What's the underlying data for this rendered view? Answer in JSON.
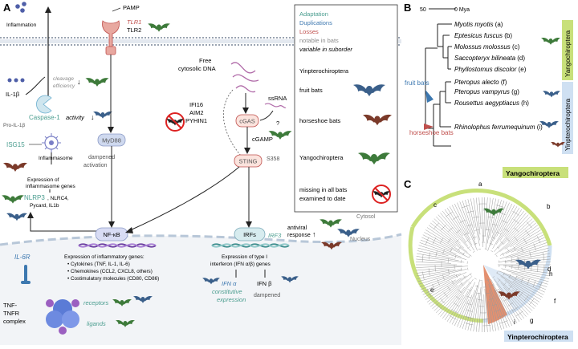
{
  "panels": {
    "a": "A",
    "b": "B",
    "c": "C"
  },
  "colors": {
    "adaptation": "#4a9d8f",
    "duplication": "#3d78b0",
    "loss": "#c0504d",
    "notable": "#8c8c8c",
    "bat_fruit": "#3a5f8a",
    "bat_horseshoe": "#7b3a2a",
    "bat_yango": "#3d7a3a",
    "yango_band": "#c8e07a",
    "yinpt_band": "#cfe0f2",
    "membrane": "#9aa4b2",
    "nucleus": "#b8c7d8",
    "dna_pink": "#b06aa8"
  },
  "legend": {
    "adaptation": "Adaptation",
    "duplications": "Duplications",
    "losses": "Losses",
    "notable": "notable in bats",
    "variable": "variable in suborder",
    "yinpt": "Yinpterochiroptera",
    "fruit": "fruit bats",
    "horseshoe": "horseshoe bats",
    "yango": "Yangochiroptera",
    "missing_1": "missing in all bats",
    "missing_2": "examined to date"
  },
  "pathway": {
    "pamp": "PAMP",
    "tlr1": "TLR1",
    "tlr2": "TLR2",
    "inflammation": "Inflammation",
    "cleavage_1": "cleavage",
    "cleavage_2": "efficiency",
    "il1b": "IL-1β",
    "pro_il1b": "Pro-IL-1β",
    "caspase_1": "Caspase-1",
    "caspase_act": "activity",
    "isg15": "ISG15",
    "inflammasome": "Inflammasome",
    "expr_inf_1": "Expression of",
    "expr_inf_2": "inflammasome genes",
    "nlrp3": "NLRP3",
    "nlrc4": ", NLRC4,",
    "pycard": "Pycard, IL1b",
    "myd88": "MyD88",
    "dampened_1": "dampened",
    "dampened_2": "activation",
    "free_dna_1": "Free",
    "free_dna_2": "cytosolic DNA",
    "ifi16": "IFI16",
    "aim2": "AIM2",
    "pyhin1": "PYHIN1",
    "ssrna": "ssRNA",
    "q": "?",
    "cgas": "cGAS",
    "cgamp": "cGAMP",
    "sting": "STING",
    "s358": "S358",
    "cytosol": "Cytosol",
    "nucleus": "Nucleus",
    "nfkb": "NF-κB",
    "irfs": "IRFs",
    "irf3": "IRF3",
    "antiviral_1": "antiviral",
    "antiviral_2": "response",
    "il6r": "IL-6R",
    "expr_infl": "Expression of inflammatory genes:",
    "b1": "• Cytokines (TNF, IL-1, IL-6)",
    "b2": "• Chemokines (CCL2, CXCL8, others)",
    "b3": "• Costimulatory molecules (CD80, CD86)",
    "ifn_expr_1": "Expression of type I",
    "ifn_expr_2": "interferon (IFN α/β) genes",
    "ifna_1": "IFN α",
    "ifna_2": "constitutive",
    "ifna_3": "expression",
    "ifnb": "IFN β",
    "ifnb_damp": "dampened",
    "tnf_1": "TNF-",
    "tnf_2": "TNFR",
    "tnf_3": "complex",
    "receptors": "receptors",
    "ligands": "ligands"
  },
  "tree": {
    "scale_left": "50",
    "scale_right": "0 Mya",
    "species": [
      {
        "name": "Myotis myotis",
        "tag": "(a)"
      },
      {
        "name": "Eptesicus fuscus",
        "tag": "(b)"
      },
      {
        "name": "Molossus molossus",
        "tag": "(c)"
      },
      {
        "name": "Saccopteryx bilineata",
        "tag": "(d)"
      },
      {
        "name": "Phyllostomus discolor",
        "tag": "(e)"
      },
      {
        "name": "Pteropus alecto",
        "tag": "(f)"
      },
      {
        "name": "Pteropus vampyrus",
        "tag": "(g)"
      },
      {
        "name": "Rousettus aegyptiacus",
        "tag": "(h)"
      },
      {
        "name": "Rhinolophus ferrumequinum",
        "tag": "(i)"
      }
    ],
    "yango_label": "Yangochiroptera",
    "yinpt_label": "Yinpterochiroptera",
    "fruit_label": "fruit bats",
    "horseshoe_label": "horseshoe bats"
  },
  "circle": {
    "labels": [
      "a",
      "b",
      "c",
      "d",
      "e",
      "f",
      "g",
      "h",
      "i"
    ],
    "yango_label": "Yangochiroptera",
    "yinpt_label": "Yinpterochiroptera"
  }
}
